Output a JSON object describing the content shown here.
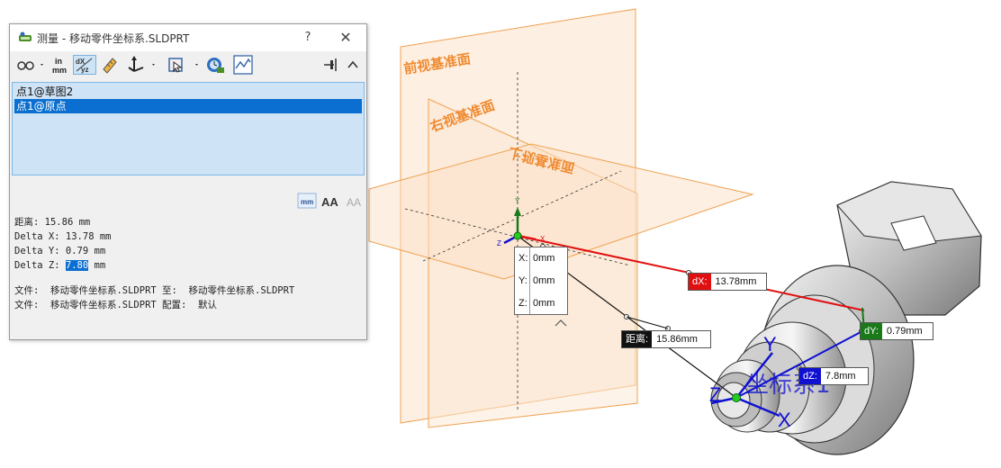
{
  "window": {
    "title": "测量 - 移动零件坐标系.SLDPRT",
    "help_label": "?",
    "close_label": "✕"
  },
  "toolbar": {
    "items": [
      "arc-circle-measure-icon",
      "units-precision-icon",
      "show-xyz-icon",
      "point-to-point-icon",
      "projection-icon",
      "selection-filter-icon",
      "measure-history-icon",
      "sensor-icon",
      "pin-icon",
      "collapse-icon"
    ]
  },
  "selection_list": {
    "items": [
      {
        "label": "点1@草图2",
        "selected": false
      },
      {
        "label": "点1@原点",
        "selected": true
      }
    ]
  },
  "results": {
    "distance_label": "距离:",
    "distance_value": "15.86",
    "dx_label": "Delta X:",
    "dx_value": "13.78",
    "dy_label": "Delta Y:",
    "dy_value": "0.79",
    "dz_label": "Delta Z:",
    "dz_value": "7.80",
    "unit": "mm"
  },
  "file_info": {
    "line1": "文件:  移动零件坐标系.SLDPRT 至:  移动零件坐标系.SLDPRT",
    "line2": "文件:  移动零件坐标系.SLDPRT 配置:  默认"
  },
  "viewport": {
    "planes": {
      "front": "前视基准面",
      "right": "右视基准面",
      "top": "上视基准面"
    },
    "xyz_callout": [
      {
        "k": "X:",
        "v": "0mm"
      },
      {
        "k": "Y:",
        "v": "0mm"
      },
      {
        "k": "Z:",
        "v": "0mm"
      }
    ],
    "dx_callout": {
      "tag": "dX:",
      "value": "13.78mm"
    },
    "dy_callout": {
      "tag": "dY:",
      "value": "0.79mm"
    },
    "dz_callout": {
      "tag": "dZ:",
      "value": "7.8mm"
    },
    "dist_callout": {
      "tag": "距离:",
      "value": "15.86mm"
    },
    "coord_system_label": "坐标系1",
    "axis_labels": {
      "x": "X",
      "y": "Y",
      "z": "Z"
    },
    "origin_axis_labels": {
      "x": "X",
      "y": "Y",
      "z": "Z"
    }
  },
  "colors": {
    "plane_orange": "#f08a30",
    "selection_blue": "#0a6fd0",
    "dx_red": "#e01010",
    "dy_green": "#1a7a1a",
    "dz_blue": "#1010d0"
  }
}
